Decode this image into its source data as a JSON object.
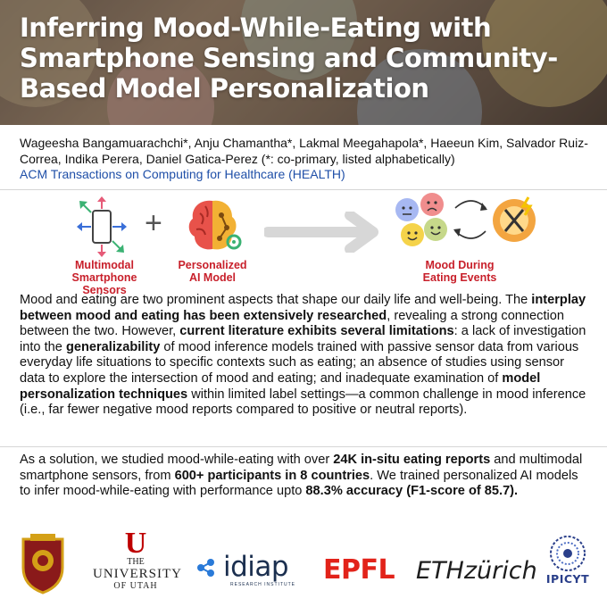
{
  "title": "Inferring Mood-While-Eating with Smartphone Sensing and Community-Based Model Personalization",
  "authors": "Wageesha Bangamuarachchi*, Anju Chamantha*, Lakmal Meegahapola*, Haeeun Kim, Salvador Ruiz-Correa, Indika Perera, Daniel Gatica-Perez (*: co-primary, listed alphabetically)",
  "venue": "ACM Transactions on Computing for Healthcare (HEALTH)",
  "diagram": {
    "sensors_label_1": "Multimodal",
    "sensors_label_2": "Smartphone Sensors",
    "model_label_1": "Personalized",
    "model_label_2": "AI Model",
    "mood_label_1": "Mood During",
    "mood_label_2": "Eating Events",
    "plus_symbol": "+"
  },
  "paragraph1": {
    "t1": "Mood and eating are two prominent aspects that shape our daily life and well-being. The ",
    "b1": "interplay between mood and eating has been extensively researched",
    "t2": ", revealing a strong connection between the two. However, ",
    "b2": "current literature exhibits several limitations",
    "t3": ": a lack of investigation into the ",
    "b3": "generalizability",
    "t4": " of mood inference models trained with passive sensor data from various everyday life situations to specific contexts such as eating; an absence of studies using sensor data to explore the intersection of mood and eating; and inadequate examination of ",
    "b4": "model personalization techniques",
    "t5": " within limited label settings—a common challenge in mood inference (i.e., far fewer negative mood reports compared to positive or neutral reports)."
  },
  "paragraph2": {
    "t1": "As a solution, we studied mood-while-eating with over ",
    "b1": "24K in-situ eating reports",
    "t2": " and multimodal smartphone sensors, from ",
    "b2": "600+ participants in 8 countries",
    "t3": ". We trained personalized AI models to infer mood-while-eating with performance upto ",
    "b3": "88.3% accuracy (F1-score of 85.7)."
  },
  "logos": {
    "uofu_line1": "THE",
    "uofu_line2": "UNIVERSITY",
    "uofu_line3": "OF UTAH",
    "idiap": "idiap",
    "epfl": "EPFL",
    "eth": "ETHzürich",
    "ipicyt": "IPICYT",
    "uofu_mark": "U",
    "idiap_sub": "RESEARCH INSTITUTE"
  },
  "colors": {
    "label_red": "#c8202b",
    "venue_blue": "#1f4fa8",
    "epfl_red": "#e2231a",
    "utah_red": "#be0000"
  }
}
